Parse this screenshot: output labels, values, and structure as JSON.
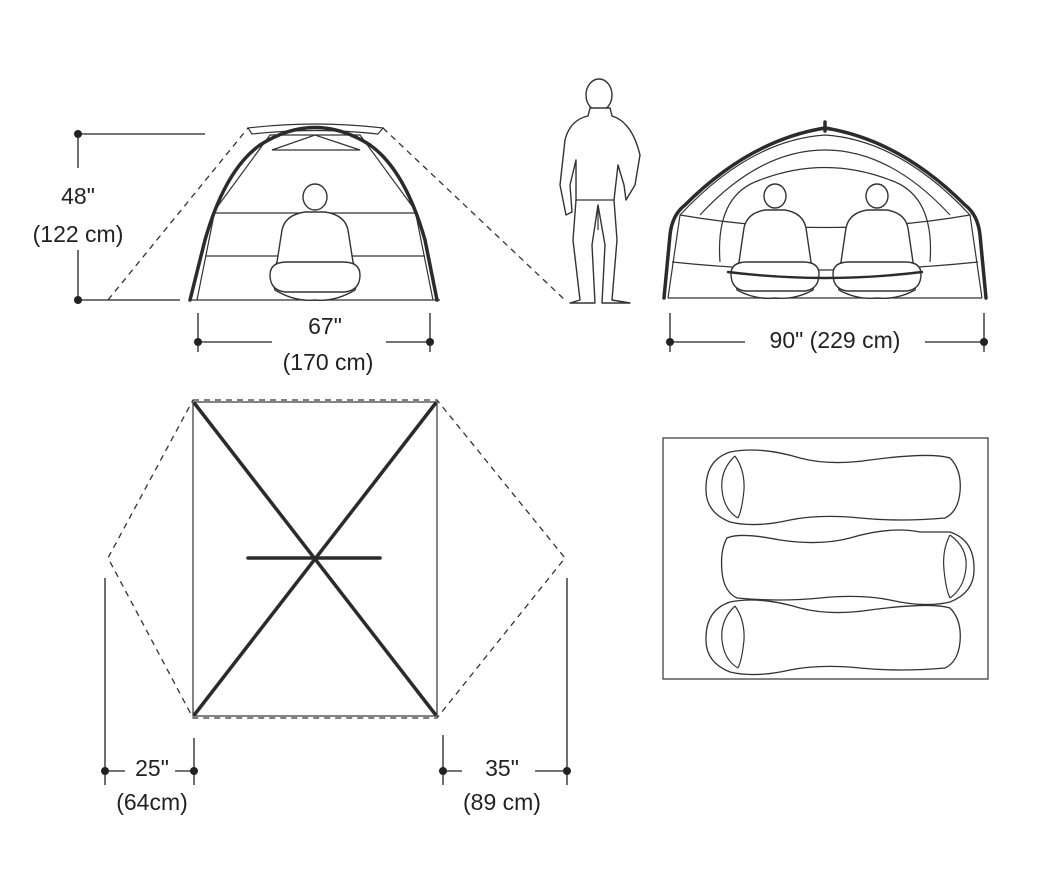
{
  "dimensions": {
    "height": {
      "imperial": "48\"",
      "metric": "(122 cm)"
    },
    "width": {
      "imperial": "67\"",
      "metric": "(170 cm)"
    },
    "length": {
      "label": "90\" (229 cm)"
    },
    "vestibule_left": {
      "imperial": "25\"",
      "metric": "(64cm)"
    },
    "vestibule_right": {
      "imperial": "35\"",
      "metric": "(89 cm)"
    }
  },
  "icons": [
    "seated-person-icon",
    "standing-person-icon",
    "sleeping-bag-icon"
  ],
  "colors": {
    "line": "#2b2b2b",
    "background": "#ffffff"
  }
}
